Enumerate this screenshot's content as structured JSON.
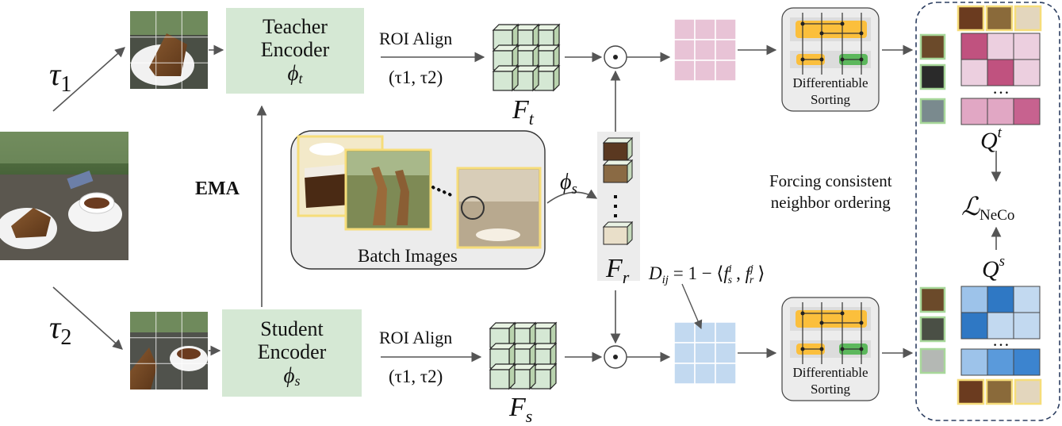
{
  "tau1": "τ",
  "tau1_sub": "1",
  "tau2": "τ",
  "tau2_sub": "2",
  "ema": "EMA",
  "teacher": {
    "line1": "Teacher",
    "line2": "Encoder",
    "symbol": "ϕ",
    "symbol_sub": "t"
  },
  "student": {
    "line1": "Student",
    "line2": "Encoder",
    "symbol": "ϕ",
    "symbol_sub": "s"
  },
  "roi_top": {
    "title": "ROI Align",
    "args": "(τ1, τ2)"
  },
  "roi_bottom": {
    "title": "ROI Align",
    "args": "(τ1, τ2)"
  },
  "f_t": {
    "main": "F",
    "sub": "t"
  },
  "f_s": {
    "main": "F",
    "sub": "s"
  },
  "f_r": {
    "main": "F",
    "sub": "r"
  },
  "phi_s": {
    "main": "ϕ",
    "sub": "s"
  },
  "batch_images": "Batch Images",
  "product_symbol": "⊙",
  "sorting_top": {
    "line1": "Differentiable",
    "line2": "Sorting"
  },
  "sorting_bottom": {
    "line1": "Differentiable",
    "line2": "Sorting"
  },
  "distance_formula": "D",
  "distance_formula_rest": "= 1 − ⟨f",
  "forcing": {
    "line1": "Forcing consistent",
    "line2": "neighbor ordering"
  },
  "q_t": {
    "main": "Q",
    "sup": "t"
  },
  "q_s": {
    "main": "Q",
    "sup": "s"
  },
  "loss": {
    "main": "ℒ",
    "sub": "NeCo"
  },
  "ellipsis_top": "…",
  "ellipsis_bottom": "…",
  "colors": {
    "encoder_fill": "#d5e8d4",
    "cube_fill": "#d5e8d4",
    "pink_matrix": "#e8c3d6",
    "pink_dark": "#c0527f",
    "blue_matrix": "#c2d9f0",
    "blue_dark": "#2f78c4",
    "sort_orange": "#fbbf3c",
    "sort_green": "#5cb85c",
    "dashed_border": "#2c3e60",
    "photo_frame": "#f6e7a3"
  },
  "icons": [
    "photo-thumbnail",
    "cube-grid",
    "hadamard-product-icon",
    "sorting-network-icon"
  ]
}
